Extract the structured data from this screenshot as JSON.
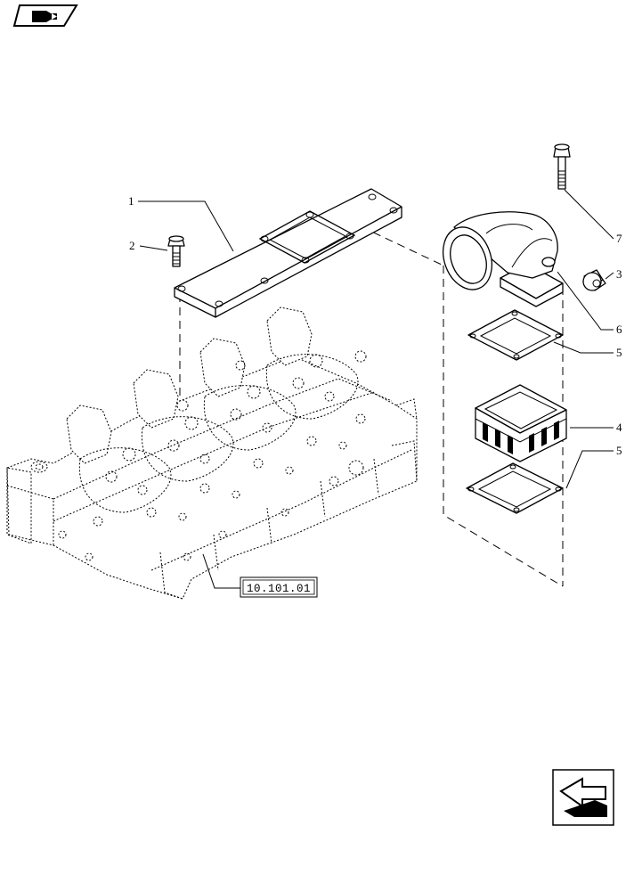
{
  "diagram": {
    "reference_label": "10.101.01",
    "callouts": [
      {
        "id": "1",
        "text": "1"
      },
      {
        "id": "2",
        "text": "2"
      },
      {
        "id": "3",
        "text": "3"
      },
      {
        "id": "4",
        "text": "4"
      },
      {
        "id": "5a",
        "text": "5"
      },
      {
        "id": "5b",
        "text": "5"
      },
      {
        "id": "6",
        "text": "6"
      },
      {
        "id": "7",
        "text": "7"
      }
    ],
    "icons": {
      "top_left": "book-icon",
      "bottom_right": "previous-page-arrow-icon"
    }
  }
}
